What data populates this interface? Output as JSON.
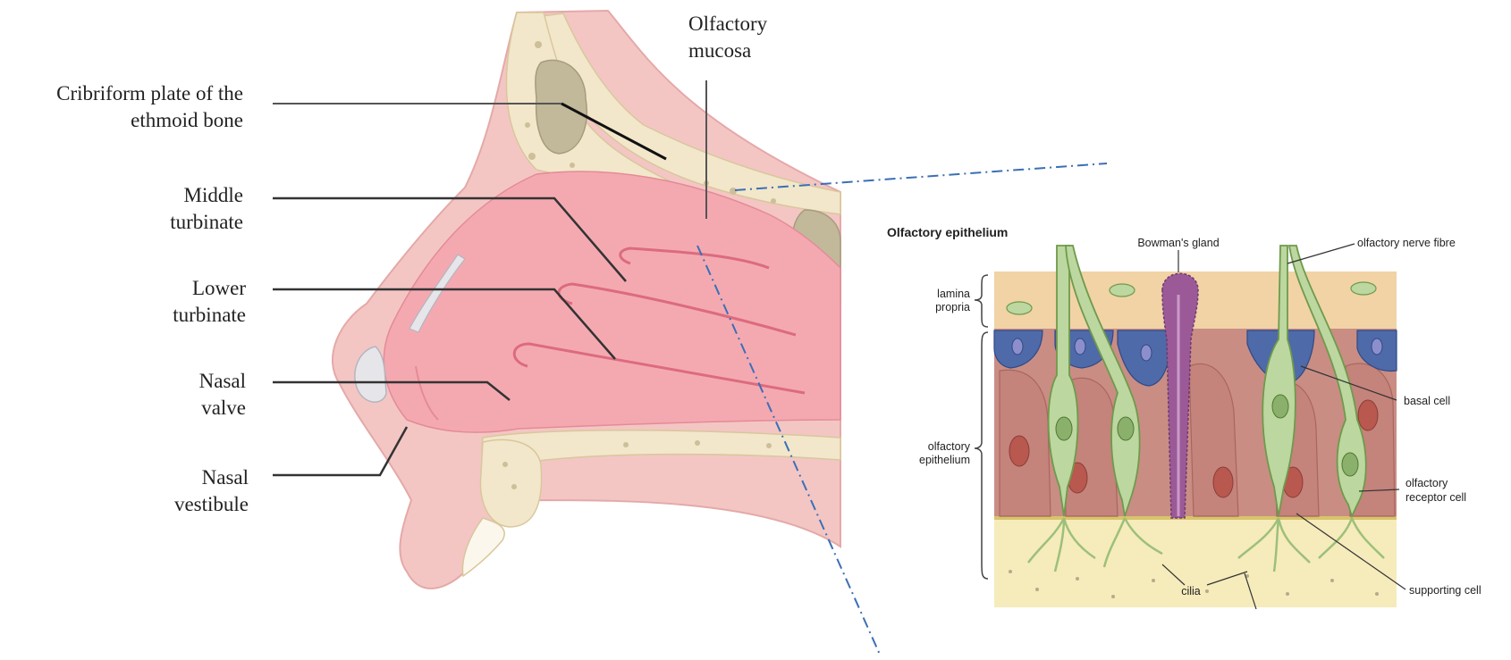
{
  "nose_diagram": {
    "labels": {
      "cribriform_line1": "Cribriform plate of the",
      "cribriform_line2": "ethmoid bone",
      "middle_line1": "Middle",
      "middle_line2": "turbinate",
      "lower_line1": "Lower",
      "lower_line2": "turbinate",
      "valve_line1": "Nasal",
      "valve_line2": "valve",
      "vestibule_line1": "Nasal",
      "vestibule_line2": "vestibule",
      "mucosa_line1": "Olfactory",
      "mucosa_line2": "mucosa"
    },
    "colors": {
      "mucosa_pink": "#f4a9b1",
      "skin_pink": "#f3c6c4",
      "bone_cream": "#f2e7cb",
      "sinus_olive": "#c2b89a",
      "callout_blue": "#3a6fb6"
    }
  },
  "epithelium_inset": {
    "title": "Olfactory epithelium",
    "labels": {
      "bowmans_gland": "Bowman's gland",
      "olfactory_nerve_fibre": "olfactory nerve fibre",
      "lamina_line1": "lamina",
      "lamina_line2": "propria",
      "olfactory_epi_line1": "olfactory",
      "olfactory_epi_line2": "epithelium",
      "basal_cell": "basal cell",
      "receptor_line1": "olfactory",
      "receptor_line2": "receptor cell",
      "supporting_cell": "supporting cell",
      "cilia": "cilia"
    },
    "colors": {
      "lamina_tan": "#f1d3a6",
      "epithelium_brown": "#c98d84",
      "basal_blue": "#4f6aa8",
      "receptor_green": "#bcd7a0",
      "gland_purple": "#9b5a97",
      "mucus_yellow": "#f6ebbb"
    }
  }
}
